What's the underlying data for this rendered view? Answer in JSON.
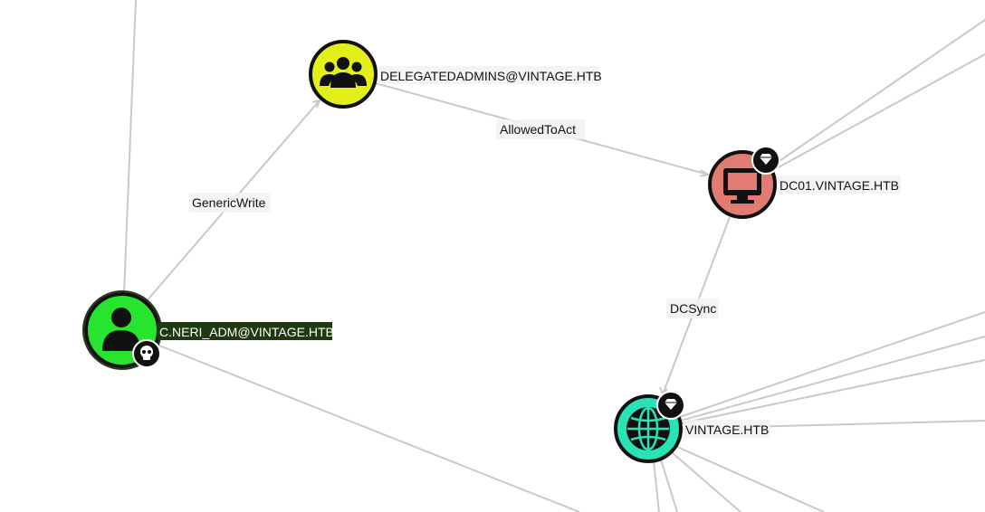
{
  "graph": {
    "nodes": {
      "delegatedadmins": {
        "label": "DELEGATEDADMINS@VINTAGE.HTB",
        "type": "group",
        "color": "#e3ef1a"
      },
      "dc01": {
        "label": "DC01.VINTAGE.HTB",
        "type": "computer",
        "color": "#e27c73",
        "badge": "high-value"
      },
      "c_neri_adm": {
        "label": "C.NERI_ADM@VINTAGE.HTB",
        "type": "user",
        "color": "#27e42f",
        "badge": "owned",
        "selected": true
      },
      "vintage": {
        "label": "VINTAGE.HTB",
        "type": "domain",
        "color": "#28e3b6",
        "badge": "high-value"
      }
    },
    "edges": {
      "generic_write": {
        "label": "GenericWrite",
        "source": "c_neri_adm",
        "target": "delegatedadmins"
      },
      "allowed_to_act": {
        "label": "AllowedToAct",
        "source": "delegatedadmins",
        "target": "dc01"
      },
      "dcsync": {
        "label": "DCSync",
        "source": "dc01",
        "target": "vintage"
      }
    }
  },
  "colors": {
    "edge": "#c9c9c9",
    "node_border": "#111111",
    "badge": "#111111",
    "selected_label_bg": "#1f3a12",
    "selected_label_text": "#ffffff",
    "label_bg": "#f2f2f2"
  },
  "icons": {
    "group": "users-icon",
    "computer": "monitor-icon",
    "user": "user-icon",
    "domain": "globe-icon",
    "owned": "skull-icon",
    "high-value": "diamond-icon"
  }
}
